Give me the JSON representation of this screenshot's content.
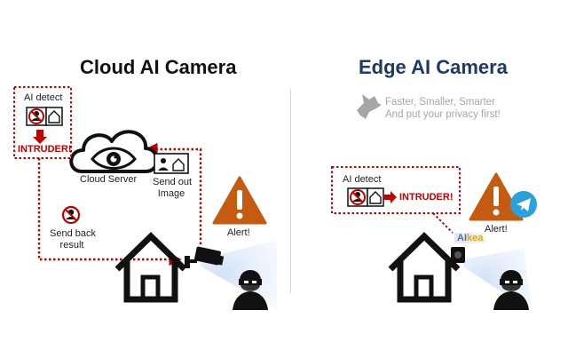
{
  "cloud": {
    "title": "Cloud AI Camera",
    "ai_detect": "AI detect",
    "intruder": "INTRUDER!",
    "server": "Cloud Server",
    "send_out": [
      "Send out",
      "Image"
    ],
    "send_back": [
      "Send back",
      "result"
    ],
    "alert": "Alert!"
  },
  "edge": {
    "title": "Edge AI Camera",
    "tagline": [
      "Faster, Smaller, Smarter",
      "And put your privacy first!"
    ],
    "ai_detect": "AI detect",
    "intruder": "INTRUDER!",
    "alert": "Alert!",
    "brand_first": "AI",
    "brand_rest": "kea"
  },
  "colors": {
    "red": "#c00000",
    "alert": "#c55a11",
    "telegram": "#2aa1da",
    "edge_title": "#1f3864"
  },
  "icons": [
    "intruder-sign-icon",
    "house-icon",
    "cloud-icon",
    "eye-icon",
    "camera-icon",
    "alert-triangle-icon",
    "thief-icon",
    "telegram-icon",
    "wolf-icon",
    "arrow-icon"
  ]
}
